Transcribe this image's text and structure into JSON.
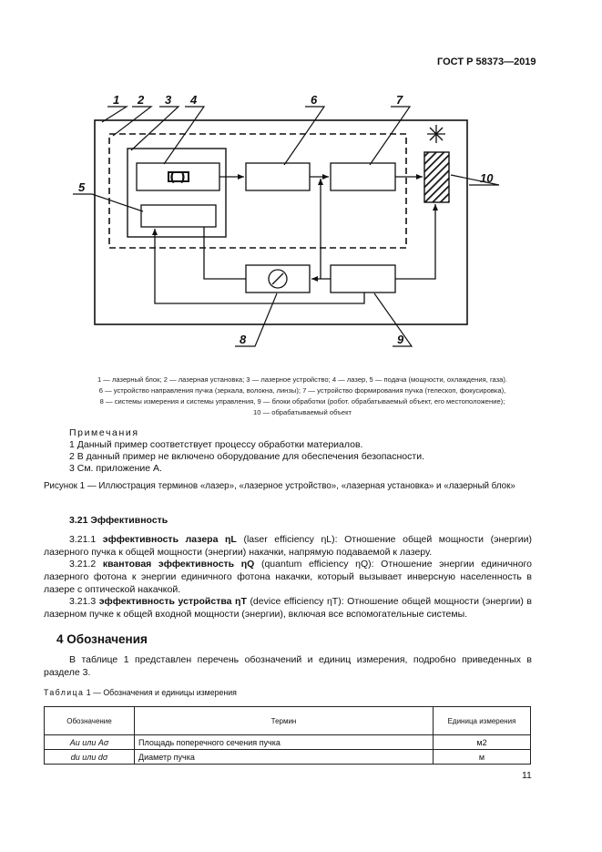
{
  "header": {
    "standard_code": "ГОСТ Р 58373—2019"
  },
  "diagram": {
    "labels": [
      "1",
      "2",
      "3",
      "4",
      "5",
      "6",
      "7",
      "8",
      "9",
      "10"
    ],
    "inner_symbol": "( )"
  },
  "legend": {
    "line1": "1 — лазерный блок; 2 — лазерная установка; 3 — лазерное устройство; 4 — лазер, 5 — подача (мощности, охлаждения, газа).",
    "line2": "6 — устройство направления пучка (зеркала, волокна, линзы); 7 — устройство формирования пучка (телескоп, фокусировка),",
    "line3": "8 — системы измерения и системы управления, 9 — блоки обработки (робот. обрабатываемый объект, его местоположение);",
    "line4": "10 — обрабатываемый объект"
  },
  "notes": {
    "title": "Примечания",
    "items": [
      "1 Данный пример соответствует процессу обработки материалов.",
      "2 В данный пример не включено оборудование для обеспечения безопасности.",
      "3 См. приложение А."
    ]
  },
  "figure_caption": "Рисунок 1 — Иллюстрация терминов «лазер», «лазерное устройство», «лазерная установка» и «лазерный блок»",
  "section_3_21": {
    "heading": "3.21 Эффективность",
    "p1_num": "3.21.1",
    "p1_term": "эффективность лазера ηL",
    "p1_text": "(laser efficiency ηL): Отношение общей мощности (энергии) лазерного пучка к общей мощности (энергии) накачки, напрямую подаваемой к лазеру.",
    "p2_num": "3.21.2",
    "p2_term": "квантовая эффективность ηQ",
    "p2_text": "(quantum efficiency ηQ): Отношение энергии единичного лазерного фотона к энергии единичного фотона накачки, который вызывает инверсную населенность в лазере с оптической накачкой.",
    "p3_num": "3.21.3",
    "p3_term": "эффективность устройства ηT",
    "p3_text": "(device efficiency ηT): Отношение общей мощности (энергии) в лазерном пучке к общей входной мощности (энергии), включая все вспомогательные системы."
  },
  "section_4": {
    "heading": "4 Обозначения",
    "intro": "В таблице 1 представлен перечень обозначений и единиц измерения, подробно приведенных в разделе 3."
  },
  "table1": {
    "caption_prefix": "Таблица",
    "caption_rest": "1 — Обозначения и единицы измерения",
    "headers": [
      "Обозначение",
      "Термин",
      "Единица измерения"
    ],
    "rows": [
      {
        "symbol": "Au или Aσ",
        "term": "Площадь поперечного сечения пучка",
        "unit": "м2"
      },
      {
        "symbol": "du или dσ",
        "term": "Диаметр пучка",
        "unit": "м"
      }
    ]
  },
  "page_number": "11"
}
